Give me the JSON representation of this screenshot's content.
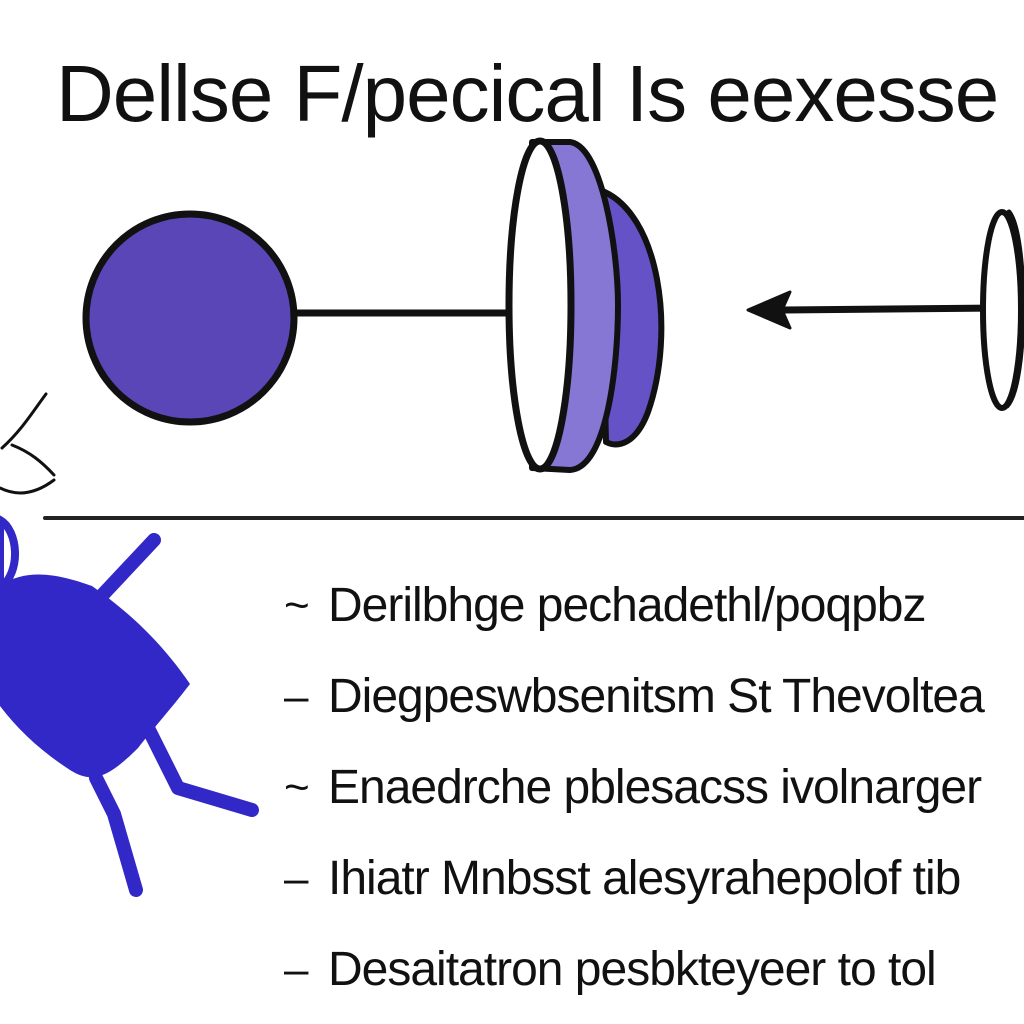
{
  "title": "Dellse F/pecical Is eexesse",
  "bullets": [
    {
      "mark": "~",
      "text": "Derilbhge pechadethl/poqpbz"
    },
    {
      "mark": "–",
      "text": "Diegpeswbsenitsm St Thevoltea"
    },
    {
      "mark": "~",
      "text": "Enaedrche pblesacss ivolnarger"
    },
    {
      "mark": "–",
      "text": "Ihiatr Mnbsst alesyrahepolof tib"
    },
    {
      "mark": "–",
      "text": "Desaitatron pesbkteyeer to tol"
    }
  ],
  "colors": {
    "ink": "#111111",
    "sphere_fill": "#5a46b6",
    "disc_fill": "#8777d5",
    "disc_back": "#6552c6",
    "figure_blue": "#3228c8",
    "divider": "#222222"
  },
  "icons": {
    "sphere": "sphere-icon",
    "disc": "disc-icon",
    "arrow": "arrow-left-icon",
    "figure": "person-figure-icon"
  }
}
